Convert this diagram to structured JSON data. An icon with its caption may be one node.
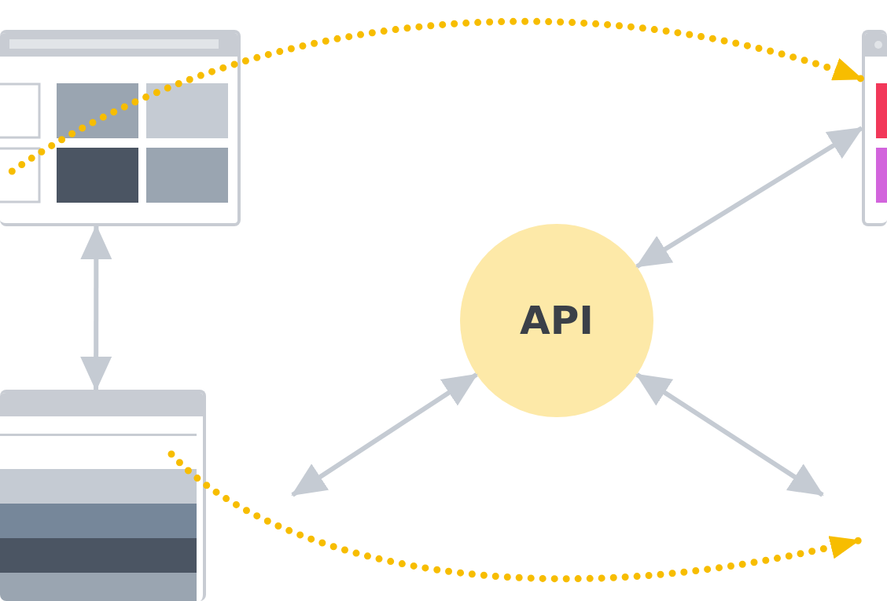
{
  "diagram": {
    "nodes": [
      {
        "text": [],
        "shape": "box"
      },
      {
        "text": [],
        "shape": "box"
      },
      {
        "text": [],
        "shape": "box"
      },
      {
        "text": [
          "API"
        ]
      }
    ],
    "edges": [
      {
        "from": 0,
        "to": 1,
        "arrow": "to",
        "style": "dashed",
        "color": "#f7bd00"
      },
      {
        "from": 0,
        "to": 2,
        "arrow": "both"
      },
      {
        "from": 3,
        "to": 1,
        "arrow": "both"
      },
      {
        "from": 3,
        "to": null,
        "arrow": "both"
      },
      {
        "from": 3,
        "to": null,
        "arrow": "both"
      },
      {
        "from": 2,
        "to": null,
        "arrow": "to",
        "style": "dashed",
        "color": "#f7bd00"
      }
    ]
  }
}
